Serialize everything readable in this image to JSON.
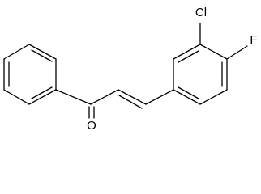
{
  "molecule": {
    "atoms": {
      "oxygen": "O",
      "chlorine": "Cl",
      "fluorine": "F"
    }
  }
}
